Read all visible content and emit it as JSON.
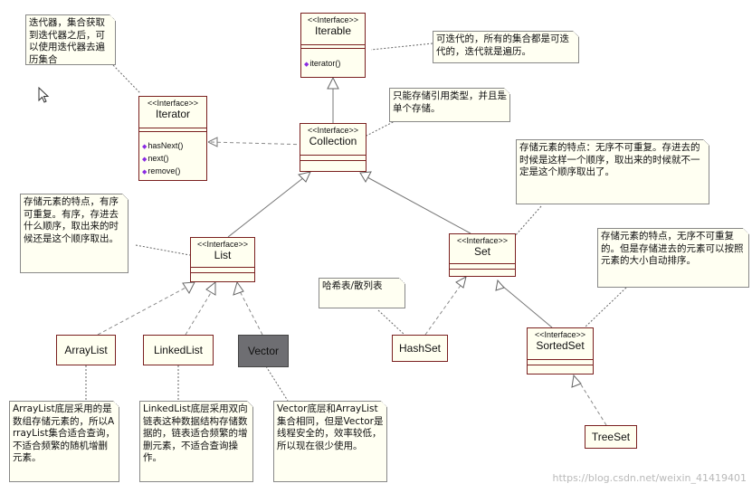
{
  "stereotype": "<<Interface>>",
  "classes": {
    "iterable": {
      "name": "Iterable",
      "methods": [
        "iterator()"
      ]
    },
    "iterator": {
      "name": "Iterator",
      "methods": [
        "hasNext()",
        "next()",
        "remove()"
      ]
    },
    "collection": {
      "name": "Collection"
    },
    "list": {
      "name": "List"
    },
    "set": {
      "name": "Set"
    },
    "sortedset": {
      "name": "SortedSet"
    },
    "arraylist": {
      "name": "ArrayList"
    },
    "linkedlist": {
      "name": "LinkedList"
    },
    "vector": {
      "name": "Vector"
    },
    "hashset": {
      "name": "HashSet"
    },
    "treeset": {
      "name": "TreeSet"
    }
  },
  "notes": {
    "iterator_note": "迭代器，集合获取到迭代器之后，可以使用迭代器去遍历集合",
    "iterable_note": "可迭代的，所有的集合都是可迭代的，迭代就是遍历。",
    "collection_note": "只能存储引用类型，并且是单个存储。",
    "set_note": "存储元素的特点：无序不可重复。存进去的时候是这样一个顺序，取出来的时候就不一定是这个顺序取出了。",
    "list_note": "存储元素的特点，有序可重复。有序，存进去什么顺序，取出来的时候还是这个顺序取出。",
    "sortedset_note": "存储元素的特点，无序不可重复的。但是存储进去的元素可以按照元素的大小自动排序。",
    "hash_note": "哈希表/散列表",
    "arraylist_note": "ArrayList底层采用的是数组存储元素的，所以ArrayList集合适合查询，不适合频繁的随机增删元素。",
    "linkedlist_note": "LinkedList底层采用双向链表这种数据结构存储数据的，链表适合频繁的增删元素，不适合查询操作。",
    "vector_note": "Vector底层和ArrayList集合相同，但是Vector是线程安全的，效率较低，所以现在很少使用。"
  },
  "watermark": "https://blog.csdn.net/weixin_41419401",
  "colors": {
    "class_border": "#7a1f1f",
    "class_fill": "#fffff0",
    "vector_fill": "#6e6e72",
    "note_border": "#888888",
    "method_marker": "#8a2be2"
  }
}
